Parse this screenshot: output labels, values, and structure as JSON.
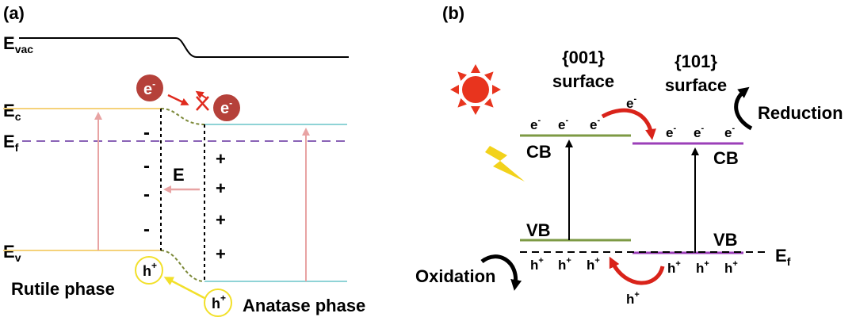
{
  "panel_a": {
    "label": "(a)",
    "evac": {
      "main": "E",
      "sub": "vac"
    },
    "ec": {
      "main": "E",
      "sub": "c"
    },
    "ef": {
      "main": "E",
      "sub": "f"
    },
    "ev": {
      "main": "E",
      "sub": "v"
    },
    "electron": {
      "main": "e",
      "sup": "-"
    },
    "hole": {
      "main": "h",
      "sup": "+"
    },
    "field_label": "E",
    "minus": "-",
    "plus": "+",
    "rutile_label": "Rutile phase",
    "anatase_label": "Anatase phase",
    "colors": {
      "rutile_band": "#f5d27a",
      "anatase_band": "#8fd3d6",
      "fermi": "#8a63b6",
      "excitation_arrow": "#e8a3a3",
      "electron_fill": "#b5413a",
      "hole_circle": "#f2e02a",
      "transfer_arrow": "#e02a1e"
    }
  },
  "panel_b": {
    "label": "(b)",
    "surface_001": {
      "line1": "{001}",
      "line2": "surface"
    },
    "surface_101": {
      "line1": "{101}",
      "line2": "surface"
    },
    "cb": "CB",
    "vb": "VB",
    "electron": {
      "main": "e",
      "sup": "-"
    },
    "hole": {
      "main": "h",
      "sup": "+"
    },
    "ef": {
      "main": "E",
      "sub": "f"
    },
    "reduction": "Reduction",
    "oxidation": "Oxidation",
    "colors": {
      "band_001": "#7d9a44",
      "band_101": "#9b3fb8",
      "sun": "#e8341e",
      "lightning": "#f2d21b",
      "curved_arrow": "#d9231a"
    }
  }
}
